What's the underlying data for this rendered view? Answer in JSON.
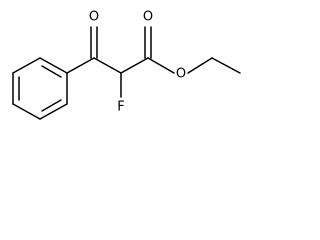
{
  "structure": {
    "atoms": {
      "ketone_oxygen": "O",
      "ester_carbonyl_oxygen": "O",
      "ester_oxygen": "O",
      "fluorine": "F"
    }
  }
}
